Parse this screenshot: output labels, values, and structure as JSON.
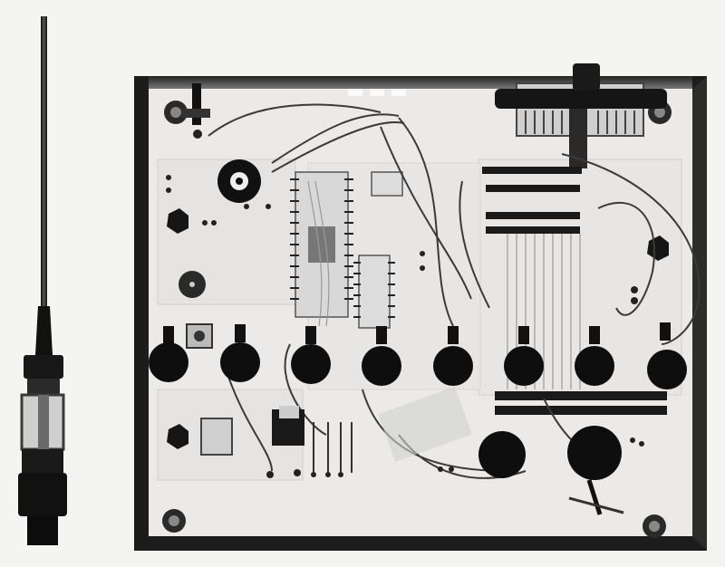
{
  "image": {
    "subject": "x-ray-radiograph-electronics-enclosure",
    "palette": {
      "background": "#f4f4f2",
      "board": "#eceae8",
      "frame": "#1c1c1c",
      "component": "#0e0e0e",
      "wire": "#5a5a5a",
      "trace": "#b8b8b8"
    },
    "objects": {
      "antenna": "bnc-antenna",
      "enclosure": "metal-enclosure",
      "connector": "ribbon-connector",
      "knobs": 8,
      "screw_holes": 4
    }
  }
}
